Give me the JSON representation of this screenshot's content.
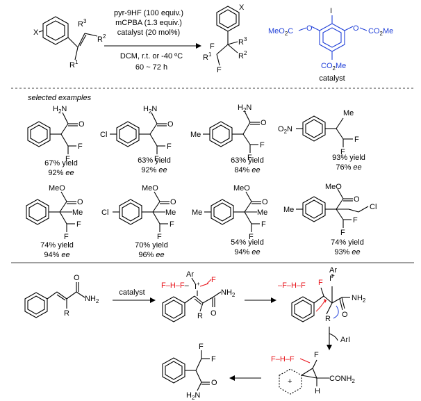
{
  "conditions": {
    "line1": "pyr-9HF (100 equiv.)",
    "line2": "mCPBA (1.3 equiv.)",
    "line3": "catalyst (20 mol%)",
    "line4": "DCM, r.t. or -40 ºC",
    "line5": "60 ~ 72 h"
  },
  "catalyst": {
    "label": "catalyst",
    "left_ester": "MeO2C",
    "right_ester": "CO2Me",
    "bottom_ester": "CO2Me",
    "iodo": "I",
    "o_left": "O",
    "o_right": "O"
  },
  "scheme_labels": {
    "x": "X",
    "r1": "R1",
    "r2": "R2",
    "r3": "R3",
    "f": "F"
  },
  "section_header": "selected examples",
  "examples": [
    {
      "amide": "H2N",
      "o": "O",
      "f1": "F",
      "f2": "F",
      "sub": "",
      "yield": "67% yield",
      "ee": "92% ee"
    },
    {
      "amide": "H2N",
      "o": "O",
      "f1": "F",
      "f2": "F",
      "sub": "Cl",
      "yield": "63% yield",
      "ee": "92% ee"
    },
    {
      "amide": "H2N",
      "o": "O",
      "f1": "F",
      "f2": "F",
      "sub": "Me",
      "yield": "63% yield",
      "ee": "84% ee"
    },
    {
      "amide": "",
      "o": "",
      "f1": "F",
      "f2": "F",
      "sub": "O2N",
      "me": "Me",
      "yield": "93% yield",
      "ee": "76% ee"
    },
    {
      "amide": "MeO",
      "o": "O",
      "f1": "F",
      "f2": "F",
      "sub": "",
      "me": "Me",
      "yield": "74% yield",
      "ee": "94% ee"
    },
    {
      "amide": "MeO",
      "o": "O",
      "f1": "F",
      "f2": "F",
      "sub": "Cl",
      "me": "Me",
      "yield": "70% yield",
      "ee": "96% ee"
    },
    {
      "amide": "MeO",
      "o": "O",
      "f1": "F",
      "f2": "F",
      "sub": "Me",
      "me": "Me",
      "yield": "54% yield",
      "ee": "94% ee"
    },
    {
      "amide": "MeO",
      "o": "O",
      "f1": "F",
      "f2": "F",
      "sub": "Me",
      "cl": "Cl",
      "yield": "74% yield",
      "ee": "93% ee"
    }
  ],
  "mechanism": {
    "catalyst_arrow": "catalyst",
    "nh2": "NH2",
    "o": "O",
    "r": "R",
    "hf_chain": "F–H–F",
    "ar": "Ar",
    "iplus": "I+",
    "f": "F",
    "fminus": "–F–H–F",
    "ari": "ArI",
    "conh2": "CONH2",
    "h": "H",
    "plus": "+"
  }
}
